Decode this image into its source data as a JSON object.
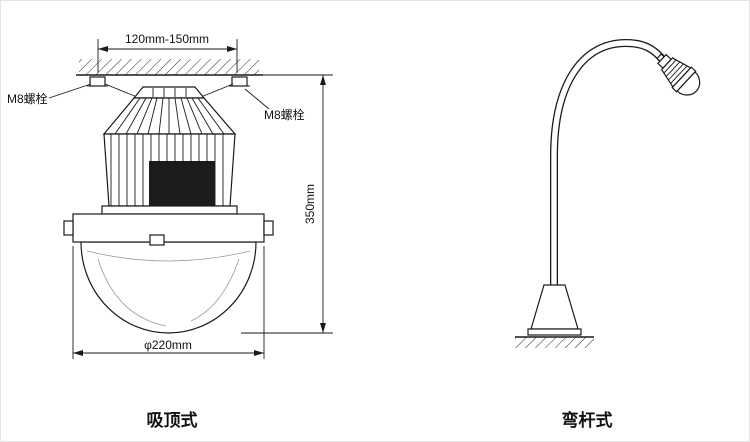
{
  "colors": {
    "line": "#1a1a1a",
    "background": "#ffffff",
    "dark_fill": "#1c1c1c"
  },
  "left_view": {
    "caption": "吸顶式",
    "dim_mount_width": "120mm-150mm",
    "dim_height": "350mm",
    "dim_diameter": "φ220mm",
    "label_bolt_left": "M8螺栓",
    "label_bolt_right": "M8螺栓"
  },
  "right_view": {
    "caption": "弯杆式"
  }
}
